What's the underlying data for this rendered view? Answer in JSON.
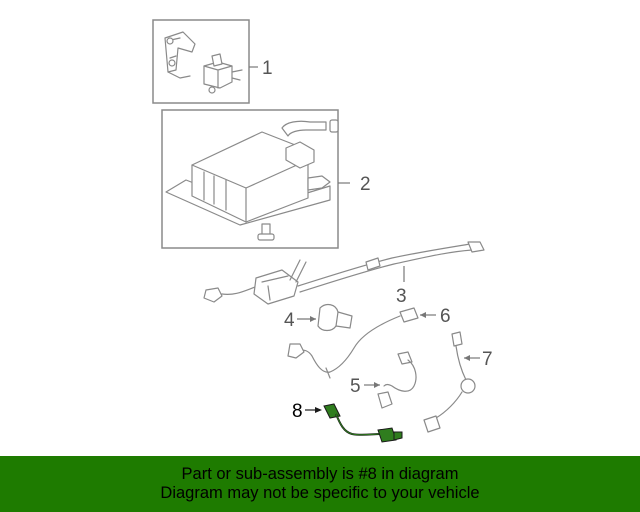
{
  "callouts": [
    {
      "id": "1",
      "label": "1"
    },
    {
      "id": "2",
      "label": "2"
    },
    {
      "id": "3",
      "label": "3"
    },
    {
      "id": "4",
      "label": "4"
    },
    {
      "id": "5",
      "label": "5"
    },
    {
      "id": "6",
      "label": "6"
    },
    {
      "id": "7",
      "label": "7"
    },
    {
      "id": "8",
      "label": "8"
    }
  ],
  "highlighted_part": "8",
  "colors": {
    "banner_background": "#1e7b00",
    "highlight_part": "#2f7d1e",
    "line_art": "#8a8a8a"
  },
  "banner": {
    "line1": "Part or sub-assembly is #8 in diagram",
    "line2": "Diagram may not be specific to your vehicle"
  }
}
